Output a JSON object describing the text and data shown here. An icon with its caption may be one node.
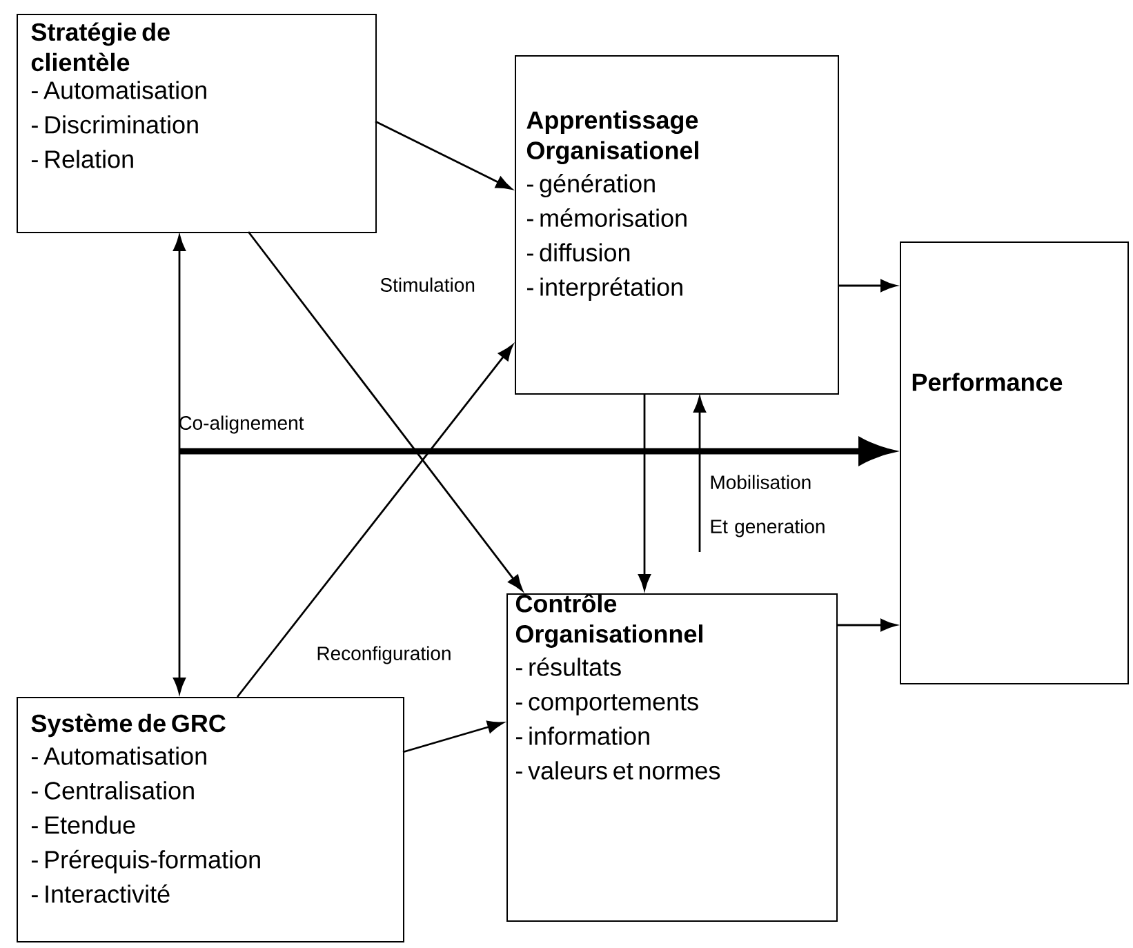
{
  "diagram": {
    "nodes": [
      {
        "text": [
          "Stratégie de clientèle",
          "- Automatisation",
          "- Discrimination",
          "- Relation"
        ]
      },
      {
        "text": [
          "Apprentissage Organisationel",
          "- génération",
          "- mémorisation",
          "- diffusion",
          "- interprétation"
        ]
      },
      {
        "text": [
          "Performance"
        ]
      },
      {
        "text": [
          "Contrôle Organisationnel",
          "- résultats",
          "- comportements",
          "- information",
          "- valeurs et normes"
        ]
      },
      {
        "text": [
          "Système de GRC",
          "- Automatisation",
          "- Centralisation",
          "- Etendue",
          "- Prérequis-formation",
          "- Interactivité"
        ]
      }
    ],
    "edges": [
      {
        "from": 0,
        "to": 1,
        "arrow": "to"
      },
      {
        "from": 0,
        "to": 3,
        "arrow": "to"
      },
      {
        "from": 0,
        "to": 4,
        "arrow": "both"
      },
      {
        "from": 4,
        "to": 1,
        "arrow": "to"
      },
      {
        "from": 4,
        "to": 3,
        "arrow": "to"
      },
      {
        "from": 1,
        "to": 2,
        "arrow": "to"
      },
      {
        "from": 3,
        "to": 2,
        "arrow": "to"
      },
      {
        "from": 1,
        "to": 3,
        "arrow": "to"
      },
      {
        "from": null,
        "to": 1,
        "arrow": "to"
      },
      {
        "from": null,
        "to": 2,
        "arrow": "to",
        "style": "thick"
      }
    ],
    "labels": [
      "Stimulation",
      "Co-alignement",
      "Mobilisation Et generation",
      "Reconfiguration"
    ]
  }
}
